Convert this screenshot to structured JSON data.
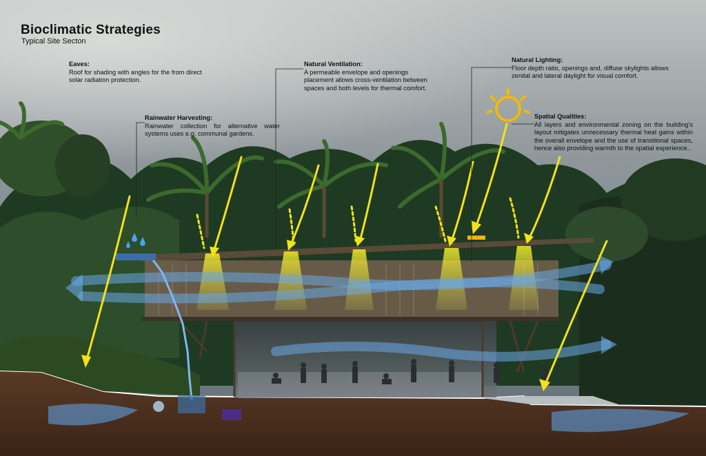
{
  "title": "Bioclimatic Strategies",
  "subtitle": "Typical Site Secton",
  "annotations": {
    "eaves": {
      "heading": "Eaves:",
      "text": "Roof  for shading with angles for the from direct solar radiation protection."
    },
    "rainwater": {
      "heading": "Rainwater Harvesting:",
      "text": "Rainwater collection for alternative water systems  uses  e.g.  communal  gardens."
    },
    "ventilation": {
      "heading": "Natural Ventilation:",
      "text": "A permeable envelope and openings placement  allows cross-ventilation between spaces and both  levels for thermal comfort."
    },
    "lighting": {
      "heading": "Natural Lighting:",
      "text": "Floor depth ratio, openings and, diffuse skylights allows zenital and lateral daylight for visual comfort."
    },
    "spatial": {
      "heading": "Spatial Qualities:",
      "text": "All  layers  and  environmental  zoning  on  the building's layout mitigates unnecessary thermal heat gains within the overall envelope and the use of transitional spaces, hence also providing warmth      to      the      spatial      experience.."
    }
  },
  "colors": {
    "sun_arrow": "#f2e21a",
    "sun": "#f5b800",
    "airflow": "#6aa8e6",
    "water": "#5f9ee0",
    "soil": "#4a2e1e",
    "sky": "#8e989c"
  }
}
